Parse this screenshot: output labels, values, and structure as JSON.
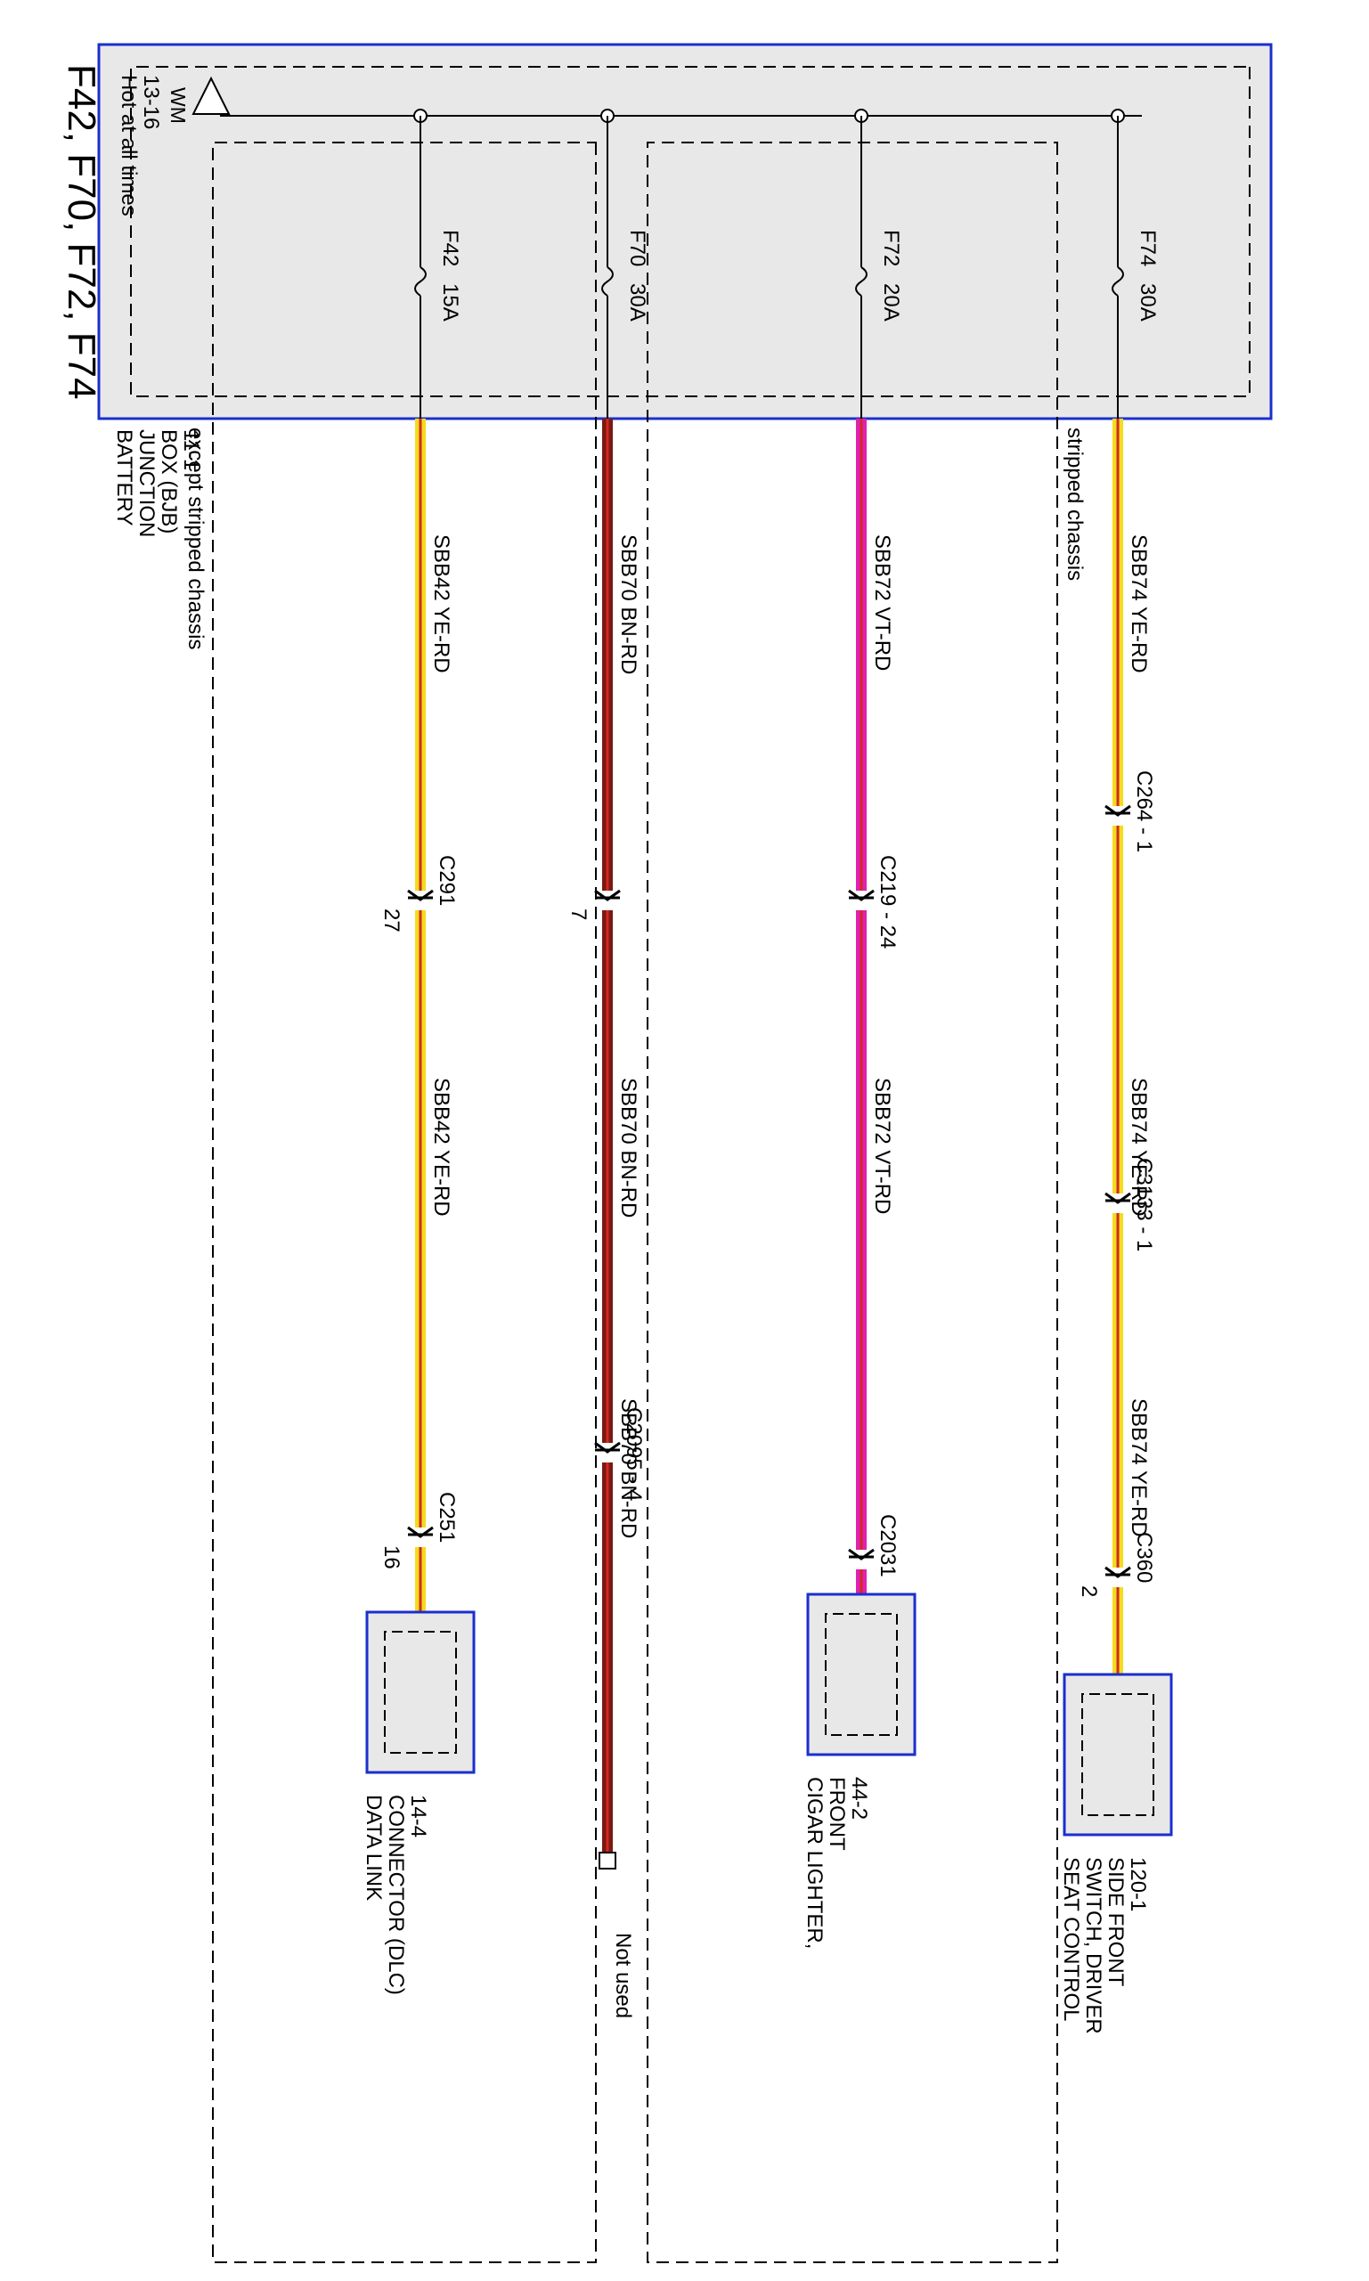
{
  "title": "F42, F70, F72, F74",
  "source": {
    "label": "Hot at all times",
    "ref": "13-16",
    "symbol": "WM"
  },
  "bjb": {
    "lines": [
      "BATTERY",
      "JUNCTION",
      "BOX (BJB)",
      "11-1"
    ]
  },
  "regions": {
    "stripped": "stripped chassis",
    "except_stripped": "except stripped chassis"
  },
  "fuses": [
    {
      "id": "F42",
      "rating": "15A"
    },
    {
      "id": "F70",
      "rating": "30A"
    },
    {
      "id": "F72",
      "rating": "20A"
    },
    {
      "id": "F74",
      "rating": "30A"
    }
  ],
  "circuits": [
    {
      "fuse": "F42",
      "wire": "SBB42",
      "color": "YE-RD",
      "wire_hex": "#f2dc1d",
      "stripe_hex": "#d22a20",
      "segments": [
        "SBB42  YE-RD",
        "SBB42   YE-RD"
      ],
      "connectors": [
        {
          "name": "C291",
          "pin": "27"
        },
        {
          "name": "C251",
          "pin": "16"
        }
      ],
      "end": {
        "lines": [
          "DATA LINK",
          "CONNECTOR (DLC)",
          "14-4"
        ]
      }
    },
    {
      "fuse": "F70",
      "wire": "SBB70",
      "color": "BN-RD",
      "wire_hex": "#7a1a12",
      "stripe_hex": "#d22a20",
      "segments": [
        "SBB70  BN-RD",
        "SBB70    BN-RD",
        "SBB70    BN-RD"
      ],
      "connectors": [
        {
          "name": "",
          "pin": "7"
        },
        {
          "name": "C2095  - 4",
          "pin": ""
        }
      ],
      "end": {
        "lines": [
          "Not used"
        ]
      }
    },
    {
      "fuse": "F72",
      "wire": "SBB72",
      "color": "VT-RD",
      "wire_hex": "#e020b0",
      "stripe_hex": "#d22a20",
      "segments": [
        "SBB72  VT-RD",
        "SBB72  VT-RD"
      ],
      "connectors": [
        {
          "name": "C219 - 24",
          "pin": ""
        },
        {
          "name": "C2031",
          "pin": ""
        }
      ],
      "end": {
        "lines": [
          "CIGAR LIGHTER,",
          "FRONT",
          "44-2"
        ]
      }
    },
    {
      "fuse": "F74",
      "wire": "SBB74",
      "color": "YE-RD",
      "wire_hex": "#f2dc1d",
      "stripe_hex": "#d22a20",
      "segments": [
        "SBB74  YE-RD",
        "SBB74  YE-RD",
        "SBB74  YE-RD"
      ],
      "connectors": [
        {
          "name": "C264  - 1",
          "pin": ""
        },
        {
          "name": "C3133 - 1",
          "pin": ""
        },
        {
          "name": "C360",
          "pin": "2"
        }
      ],
      "end": {
        "lines": [
          "SEAT CONTROL",
          "SWITCH, DRIVER",
          "SIDE FRONT",
          "120-1"
        ]
      }
    }
  ],
  "colors": {
    "box_border": "#1a2fcf",
    "box_fill": "#e8e8e8",
    "line": "#000000"
  }
}
